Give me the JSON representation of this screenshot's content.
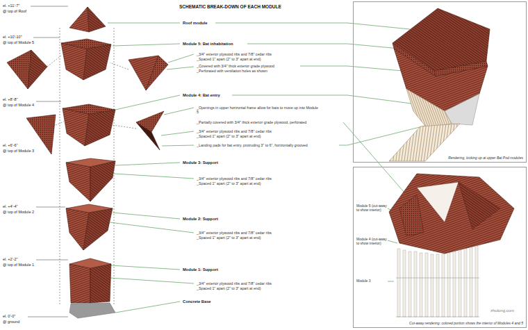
{
  "diagram": {
    "title": "SCHEMATIC BREAK-DOWN OF EACH MODULE",
    "nodes": [
      {
        "text": [
          "Rendering, looking up at upper Bat Pod modules"
        ]
      },
      {
        "text": [
          "Module 5 (cut-away to show interior)",
          "Module 4 (cut-away to show interior)",
          "Module 3",
          "Cut-away rendering: colored portion shows the interior of Modules 4 and 5"
        ]
      }
    ],
    "labels": [
      "el. +11'-7\"",
      "@ top of Roof",
      "el. +10'-10\"",
      "@ top of Module 5",
      "el. +8'-8\"",
      "@ top of Module 4",
      "el. +6'-6\"",
      "@ top of Module 3",
      "el. +4'-4\"",
      "@ top of Module 2",
      "el. +2'-2\"",
      "@ top of Module 1",
      "el. 0'-0\"",
      "@ ground",
      "Roof module",
      "Module 5: Bat inhabitation",
      "_3/4\" exterior plywood ribs and 7/8\" cedar ribs",
      "_Spaced 1\" apart (2\" to 3\" apart at end)",
      "_Covered with 3/4\" thick exterior grade plywood",
      "_Perforated with ventilation holes as shown",
      "Module 4: Bat entry",
      "_Openings in upper horizontal frame allow for bats to move up into Module 5",
      "_Partially covered with 3/4\" thick exterior grade plywood, perforated",
      "_3/4\" exterior plywood ribs and 7/8\" cedar ribs",
      "_Spaced 1\" apart (2\" to 3\" apart at end)",
      "_Landing pads for bat entry, protruding 3\" to 6\", horizontally grooved",
      "Module 3: Support",
      "_3/4\" exterior plywood ribs and 7/8\" cedar ribs",
      "_Spaced 1\" apart (2\" to 3\" apart at end)",
      "Module 2: Support",
      "_3/4\" exterior plywood ribs and 7/8\" cedar ribs",
      "_Spaced 1\" apart (2\" to 3\" apart at end)",
      "Module 1: Support",
      "_3/4\" exterior plywood ribs and 7/8\" cedar ribs",
      "_Spaced 1\" apart (2\" to 3\" apart at end)",
      "Concrete Base",
      "zhulong.com"
    ]
  }
}
